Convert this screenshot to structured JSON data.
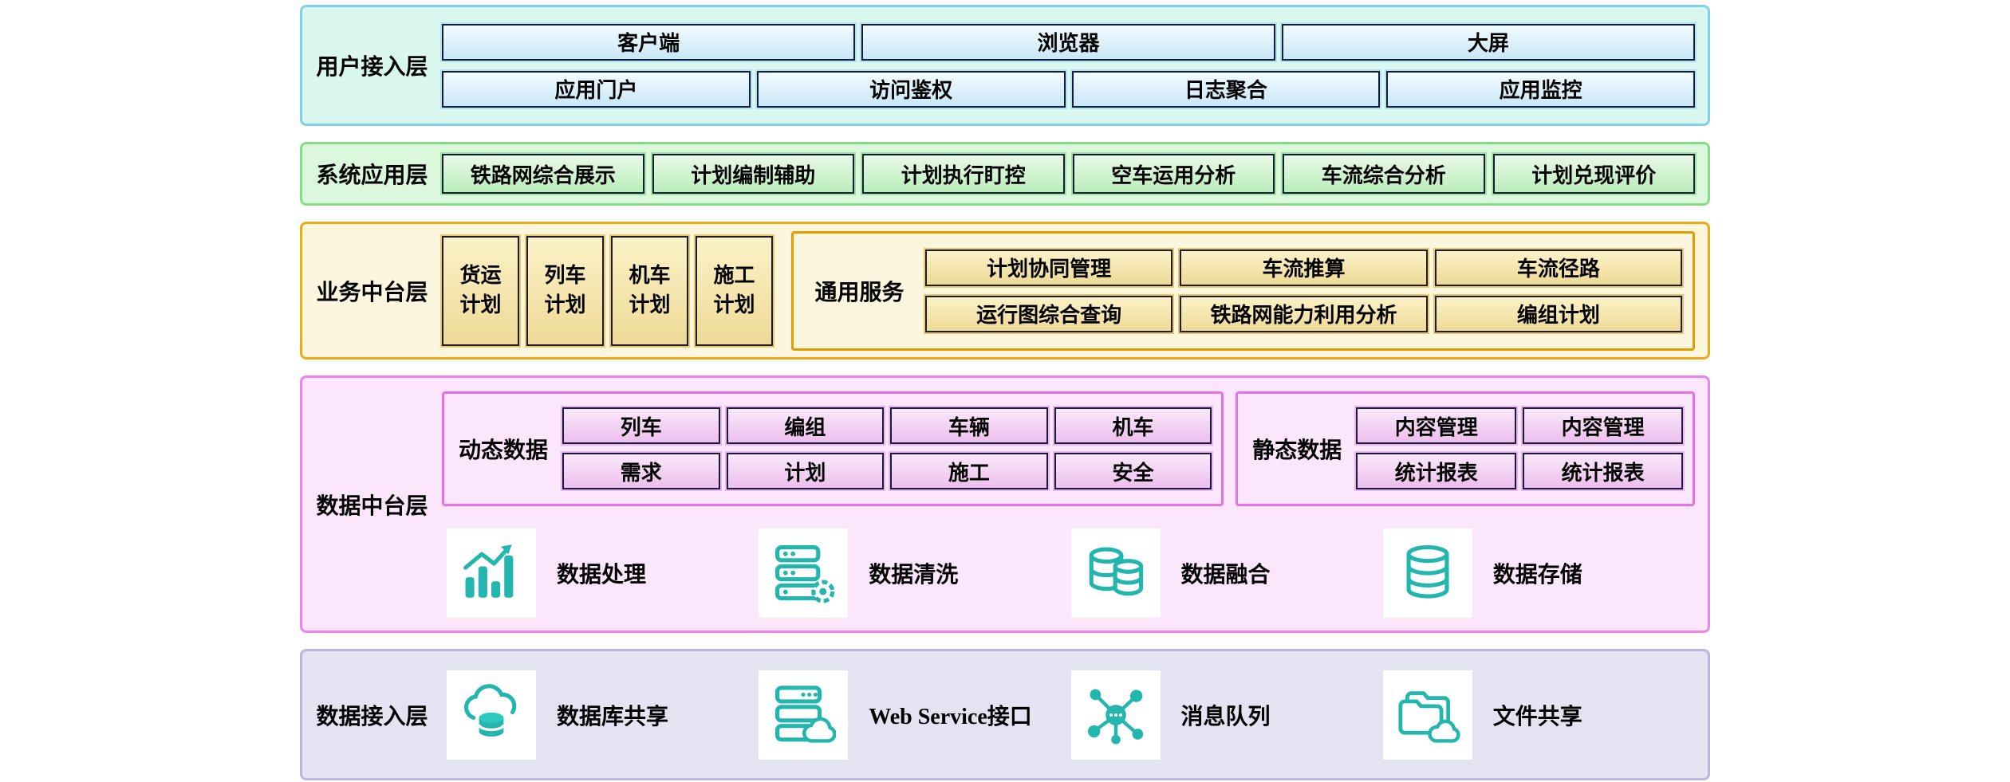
{
  "colors": {
    "icon_teal": "#22b6ae",
    "layer_user_access_border": "#7fd0e8",
    "layer_system_app_border": "#86dc86",
    "layer_business_border": "#eca918",
    "layer_data_platform_border": "#ee82ee",
    "layer_data_access_border": "#b7b7e0",
    "node_border": "#141e3c"
  },
  "layers": {
    "user_access": {
      "label": "用户接入层",
      "row1": [
        "客户端",
        "浏览器",
        "大屏"
      ],
      "row2": [
        "应用门户",
        "访问鉴权",
        "日志聚合",
        "应用监控"
      ]
    },
    "system_app": {
      "label": "系统应用层",
      "items": [
        "铁路网综合展示",
        "计划编制辅助",
        "计划执行盯控",
        "空车运用分析",
        "车流综合分析",
        "计划兑现评价"
      ]
    },
    "business": {
      "label": "业务中台层",
      "plans": [
        "货运\n计划",
        "列车\n计划",
        "机车\n计划",
        "施工\n计划"
      ],
      "services": {
        "label": "通用服务",
        "row1": [
          "计划协同管理",
          "车流推算",
          "车流径路"
        ],
        "row2": [
          "运行图综合查询",
          "铁路网能力利用分析",
          "编组计划"
        ]
      }
    },
    "data_platform": {
      "label": "数据中台层",
      "dynamic": {
        "label": "动态数据",
        "rows": [
          [
            "列车",
            "编组",
            "车辆",
            "机车"
          ],
          [
            "需求",
            "计划",
            "施工",
            "安全"
          ]
        ]
      },
      "static": {
        "label": "静态数据",
        "rows": [
          [
            "内容管理",
            "内容管理"
          ],
          [
            "统计报表",
            "统计报表"
          ]
        ]
      },
      "functions": [
        {
          "icon": "bar-chart-icon",
          "label": "数据处理"
        },
        {
          "icon": "server-gear-icon",
          "label": "数据清洗"
        },
        {
          "icon": "database-stack-icon",
          "label": "数据融合"
        },
        {
          "icon": "database-icon",
          "label": "数据存储"
        }
      ]
    },
    "data_access": {
      "label": "数据接入层",
      "functions": [
        {
          "icon": "cloud-database-icon",
          "label": "数据库共享"
        },
        {
          "icon": "server-cloud-icon",
          "label": "Web Service接口"
        },
        {
          "icon": "network-nodes-icon",
          "label": "消息队列"
        },
        {
          "icon": "folder-cloud-icon",
          "label": "文件共享"
        }
      ]
    }
  }
}
